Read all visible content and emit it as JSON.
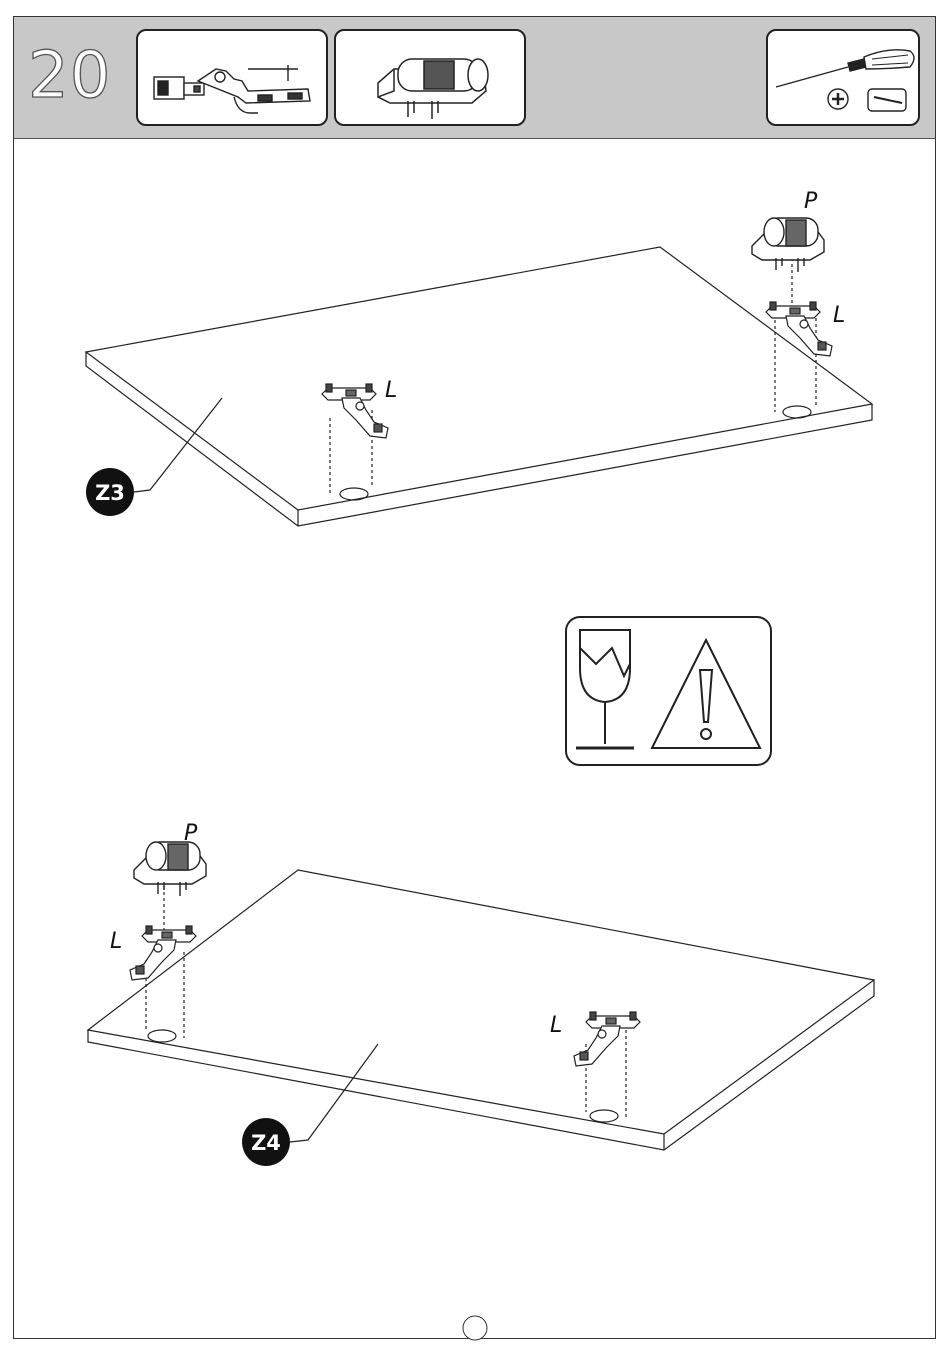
{
  "step": {
    "number": "20"
  },
  "icons": {
    "hinge_side_view": "hinge-side-view-icon",
    "hinge_cover": "hinge-cover-icon",
    "screwdriver": "phillips-screwdriver-icon",
    "fragile": "fragile-glass-icon",
    "warning": "warning-triangle-icon"
  },
  "panels": {
    "top": {
      "badge": "Z3",
      "hinge_label_left": "L",
      "hinge_label_right": "L",
      "cap_label": "P"
    },
    "bottom": {
      "badge": "Z4",
      "hinge_label_left": "L",
      "hinge_label_right": "L",
      "cap_label": "P"
    }
  },
  "colors": {
    "header_bg": "#c8c8c8",
    "badge_bg": "#111111",
    "line": "#222222"
  }
}
